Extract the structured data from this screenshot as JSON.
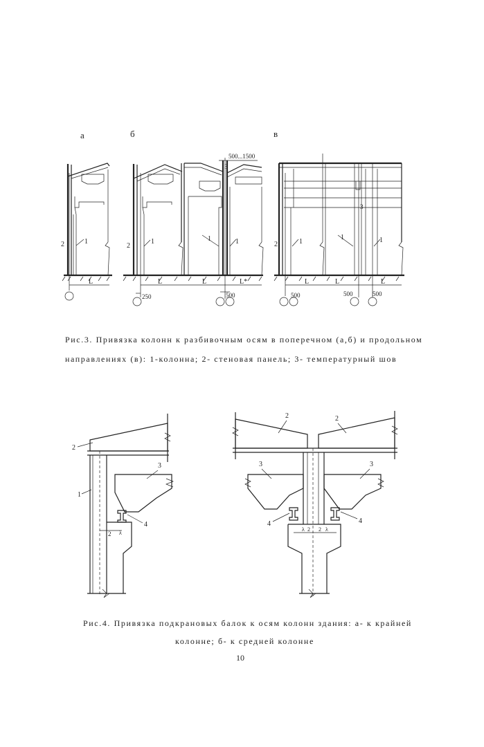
{
  "fig3": {
    "panel_labels": [
      "а",
      "б",
      "в"
    ],
    "dim_top": "500...1500",
    "marks": {
      "one": "1",
      "two": "2",
      "three": "3",
      "L": "L",
      "Lstar": "L*",
      "d250": "250",
      "d500": "500"
    },
    "caption_line1": "Рис.3. Привязка колонн  к разбивочным осям в поперечном (а,б) и продольном",
    "caption_line2": "направлениях (в):  1-колонна; 2- стеновая панель; 3- температурный шов"
  },
  "fig4": {
    "marks": {
      "one": "1",
      "two": "2",
      "three": "3",
      "four": "4",
      "lambda": "λ"
    },
    "caption_line1": "Рис.4. Привязка подкрановых балок к осям колонн здания: а- к крайней",
    "caption_line2": "колонне; б- к средней колонне"
  },
  "page_number": "10"
}
